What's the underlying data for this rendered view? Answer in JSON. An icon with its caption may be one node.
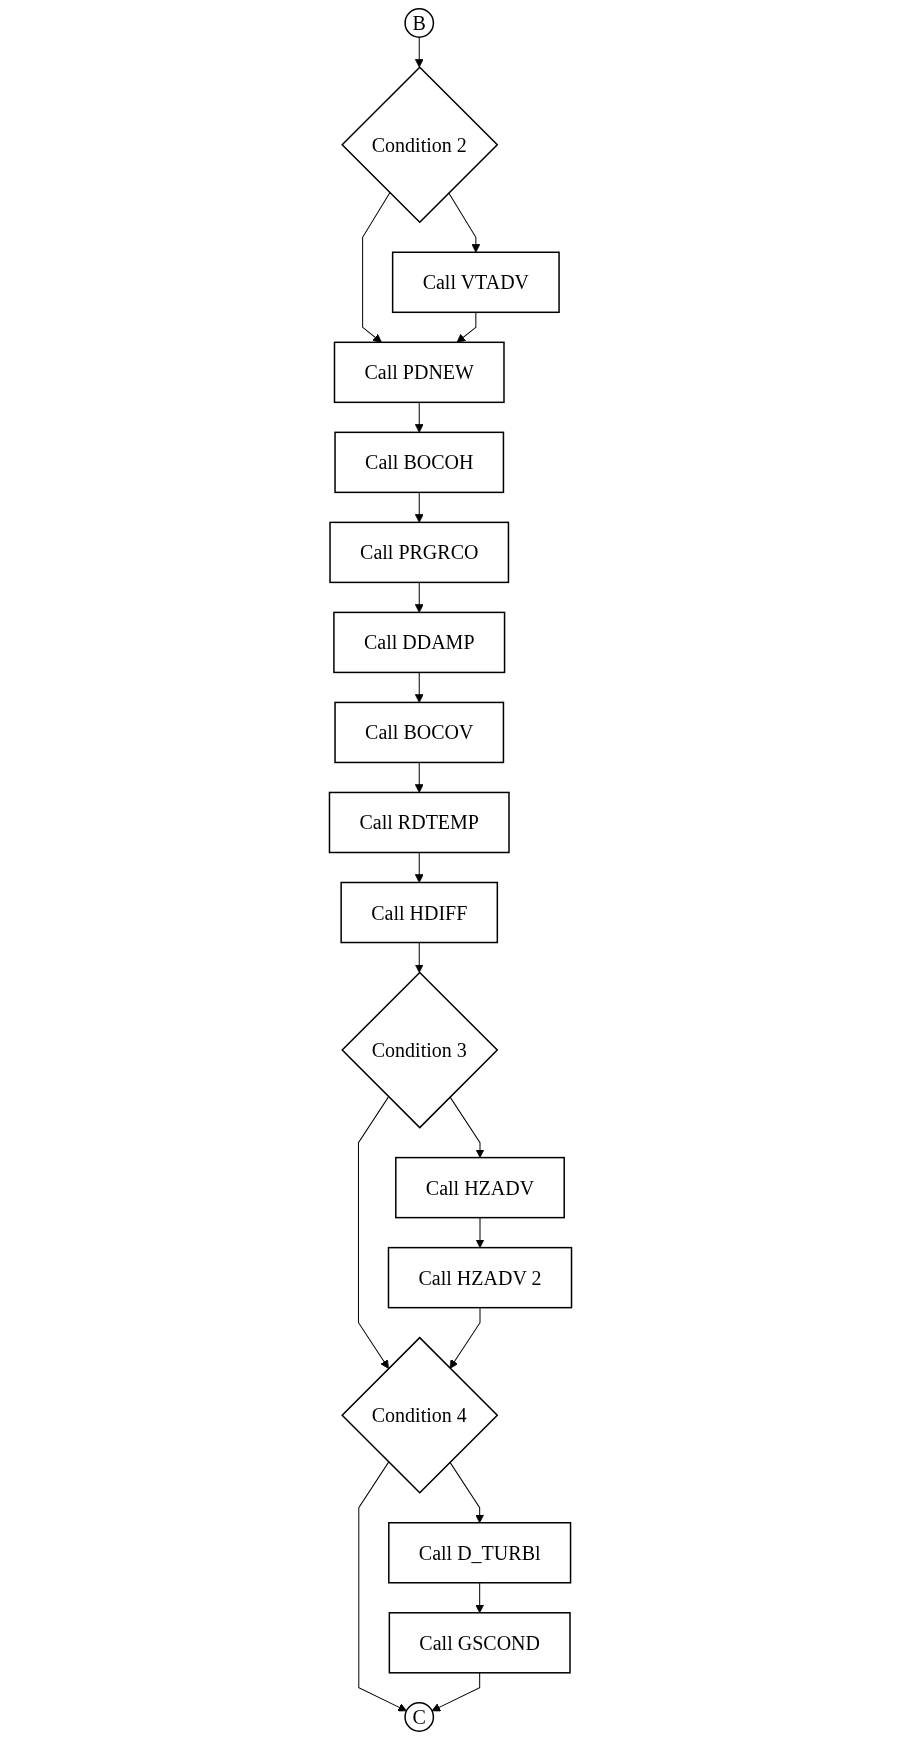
{
  "diagram": {
    "nodes": [
      {
        "text": [
          "B"
        ]
      },
      {
        "text": [
          "Condition 2"
        ]
      },
      {
        "text": [
          "Call VTADV"
        ]
      },
      {
        "text": [
          "Call PDNEW"
        ]
      },
      {
        "text": [
          "Call BOCOH"
        ]
      },
      {
        "text": [
          "Call PRGRCO"
        ]
      },
      {
        "text": [
          "Call DDAMP"
        ]
      },
      {
        "text": [
          "Call BOCOV"
        ]
      },
      {
        "text": [
          "Call RDTEMP"
        ]
      },
      {
        "text": [
          "Call HDIFF"
        ]
      },
      {
        "text": [
          "Condition 3"
        ]
      },
      {
        "text": [
          "Call HZADV"
        ]
      },
      {
        "text": [
          "Call HZADV 2"
        ]
      },
      {
        "text": [
          "Condition 4"
        ]
      },
      {
        "text": [
          "Call D_TURBl"
        ]
      },
      {
        "text": [
          "Call GSCOND"
        ]
      },
      {
        "text": [
          "C"
        ]
      }
    ],
    "edges": [
      {
        "from": 0,
        "to": 1,
        "arrow": "to"
      },
      {
        "from": 1,
        "to": 2,
        "arrow": "to"
      },
      {
        "from": 1,
        "to": 3,
        "arrow": "to"
      },
      {
        "from": 2,
        "to": 3,
        "arrow": "to"
      },
      {
        "from": 3,
        "to": 4,
        "arrow": "to"
      },
      {
        "from": 4,
        "to": 5,
        "arrow": "to"
      },
      {
        "from": 5,
        "to": 6,
        "arrow": "to"
      },
      {
        "from": 6,
        "to": 7,
        "arrow": "to"
      },
      {
        "from": 7,
        "to": 8,
        "arrow": "to"
      },
      {
        "from": 8,
        "to": 9,
        "arrow": "to"
      },
      {
        "from": 9,
        "to": 10,
        "arrow": "to"
      },
      {
        "from": 10,
        "to": 11,
        "arrow": "to"
      },
      {
        "from": 11,
        "to": 12,
        "arrow": "to"
      },
      {
        "from": 10,
        "to": 13,
        "arrow": "to"
      },
      {
        "from": 12,
        "to": 13,
        "arrow": "to"
      },
      {
        "from": 13,
        "to": 14,
        "arrow": "to"
      },
      {
        "from": 14,
        "to": 15,
        "arrow": "to"
      },
      {
        "from": 13,
        "to": 16,
        "arrow": "to"
      },
      {
        "from": 15,
        "to": 16,
        "arrow": "to"
      }
    ]
  }
}
